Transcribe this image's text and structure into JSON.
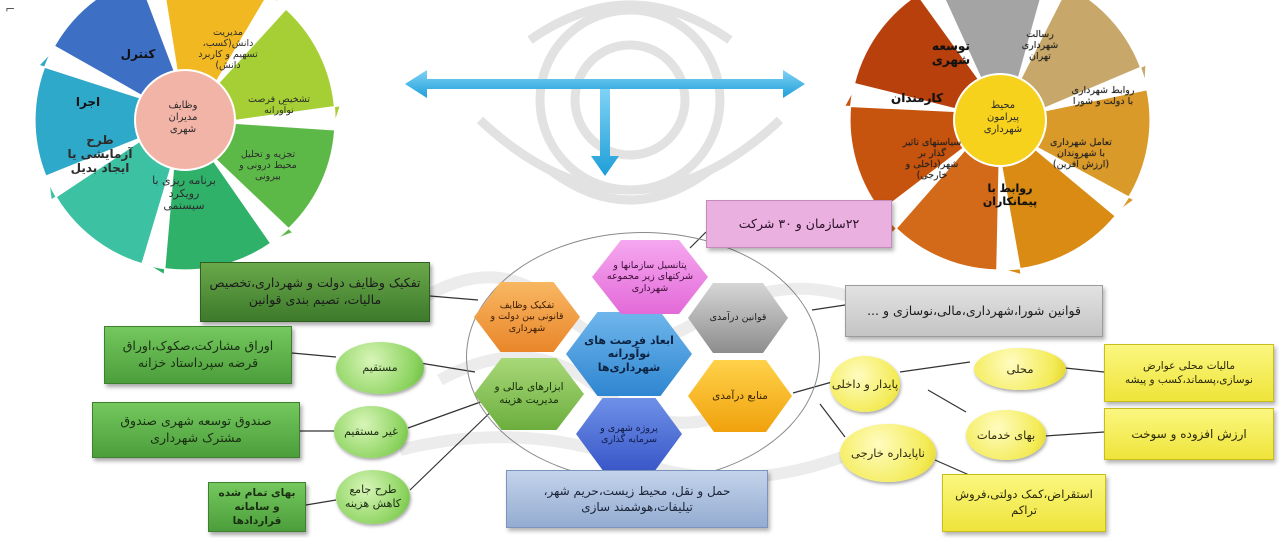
{
  "corner_mark": "⌐",
  "left_cycle": {
    "center": "وظایف مدیران شهری",
    "segments": [
      {
        "label": "کنترل",
        "color": "#3d6fc4"
      },
      {
        "label": "مدیریت دانش(کسب، تسهیم و کاربرد دانش)",
        "color": "#f2b821"
      },
      {
        "label": "تشخیص فرصت نوآورانه",
        "color": "#a5cf34"
      },
      {
        "label": "تجزیه و تحلیل محیط درونی و بیرونی",
        "color": "#5cb947"
      },
      {
        "label": "برنامه ریزی با رویکرد سیستمی",
        "color": "#2fb16a"
      },
      {
        "label": "طرح آزمایشی یا ایجاد بدیل",
        "color": "#3cc1a2"
      },
      {
        "label": "اجرا",
        "color": "#2fa9c9"
      }
    ]
  },
  "right_cycle": {
    "center": "محیط پیرامون شهرداری",
    "segments": [
      {
        "label": "رسالت شهرداری تهران",
        "color": "#a4a4a4"
      },
      {
        "label": "روابط شهرداری با دولت و شورا",
        "color": "#c8a86a"
      },
      {
        "label": "تعامل شهرداری با شهروندان (ارزش آفرین)",
        "color": "#d99a2a"
      },
      {
        "label": "روابط با پیمانکاران",
        "color": "#d98b14"
      },
      {
        "label": "سیاستهای تاثیر گذار بر شهر(داخلی و خارجی)",
        "color": "#d26a1a"
      },
      {
        "label": "کارمندان",
        "color": "#c6540e"
      },
      {
        "label": "توسعه شهری",
        "color": "#b8400c"
      }
    ]
  },
  "hexagons": {
    "center": "ابعاد فرصت های نوآورانه شهرداری‌ها",
    "top": "پتانسیل سازمانها و شرکتهای زیر مجموعه شهرداری",
    "top_right": "قوانین درآمدی",
    "bottom_right": "منابع درآمدی",
    "bottom": "پروژه شهری و سرمایه گذاری",
    "bottom_left": "ابزارهای مالی و مدیریت هزینه",
    "top_left": "تفکیک وظایف قانونی بین دولت و شهرداری"
  },
  "boxes": {
    "organizations": "۲۲سازمان و ۳۰ شرکت",
    "revenue_laws": "قوانین شورا،شهرداری،مالی،نوسازی و ...",
    "separation": "تفکیک وظایف دولت و شهرداری،تخصیص مالیات، تصیم بندی قوانین",
    "partnership_bonds": "اوراق مشارکت،صکوک،اوراق قرضه سپرداستاد خزانه",
    "urban_fund": "صندوق توسعه شهری صندوق مشترک شهرداری",
    "final_price": "بهای تمام شده و سامانه قراردادها",
    "projects": "حمل و نقل، محیط زیست،حریم شهر، تیلیفات،هوشمند سازی",
    "local_taxes": "مالیات محلی عوارض نوسازی،پسماند،کسب و پیشه",
    "value_added": "ارزش افزوده و سوخت",
    "borrowing": "استقراض،کمک دولتی،فروش تراکم"
  },
  "ovals": {
    "direct": "مستقیم",
    "indirect": "غیر مستقیم",
    "cost_plan": "طرح جامع کاهش هزینه",
    "stable_internal": "پایدار و داخلی",
    "unstable_external": "ناپایداره خارجی",
    "local": "محلی",
    "services_price": "بهای خدمات"
  },
  "colors": {
    "arrow": "#29aee6",
    "green_box": "#5db347",
    "pink_box": "#eab0e0",
    "gray_box": "#cfcfcf",
    "blue_box": "#a9bfdc",
    "yellow_box": "#f3ee4a"
  }
}
